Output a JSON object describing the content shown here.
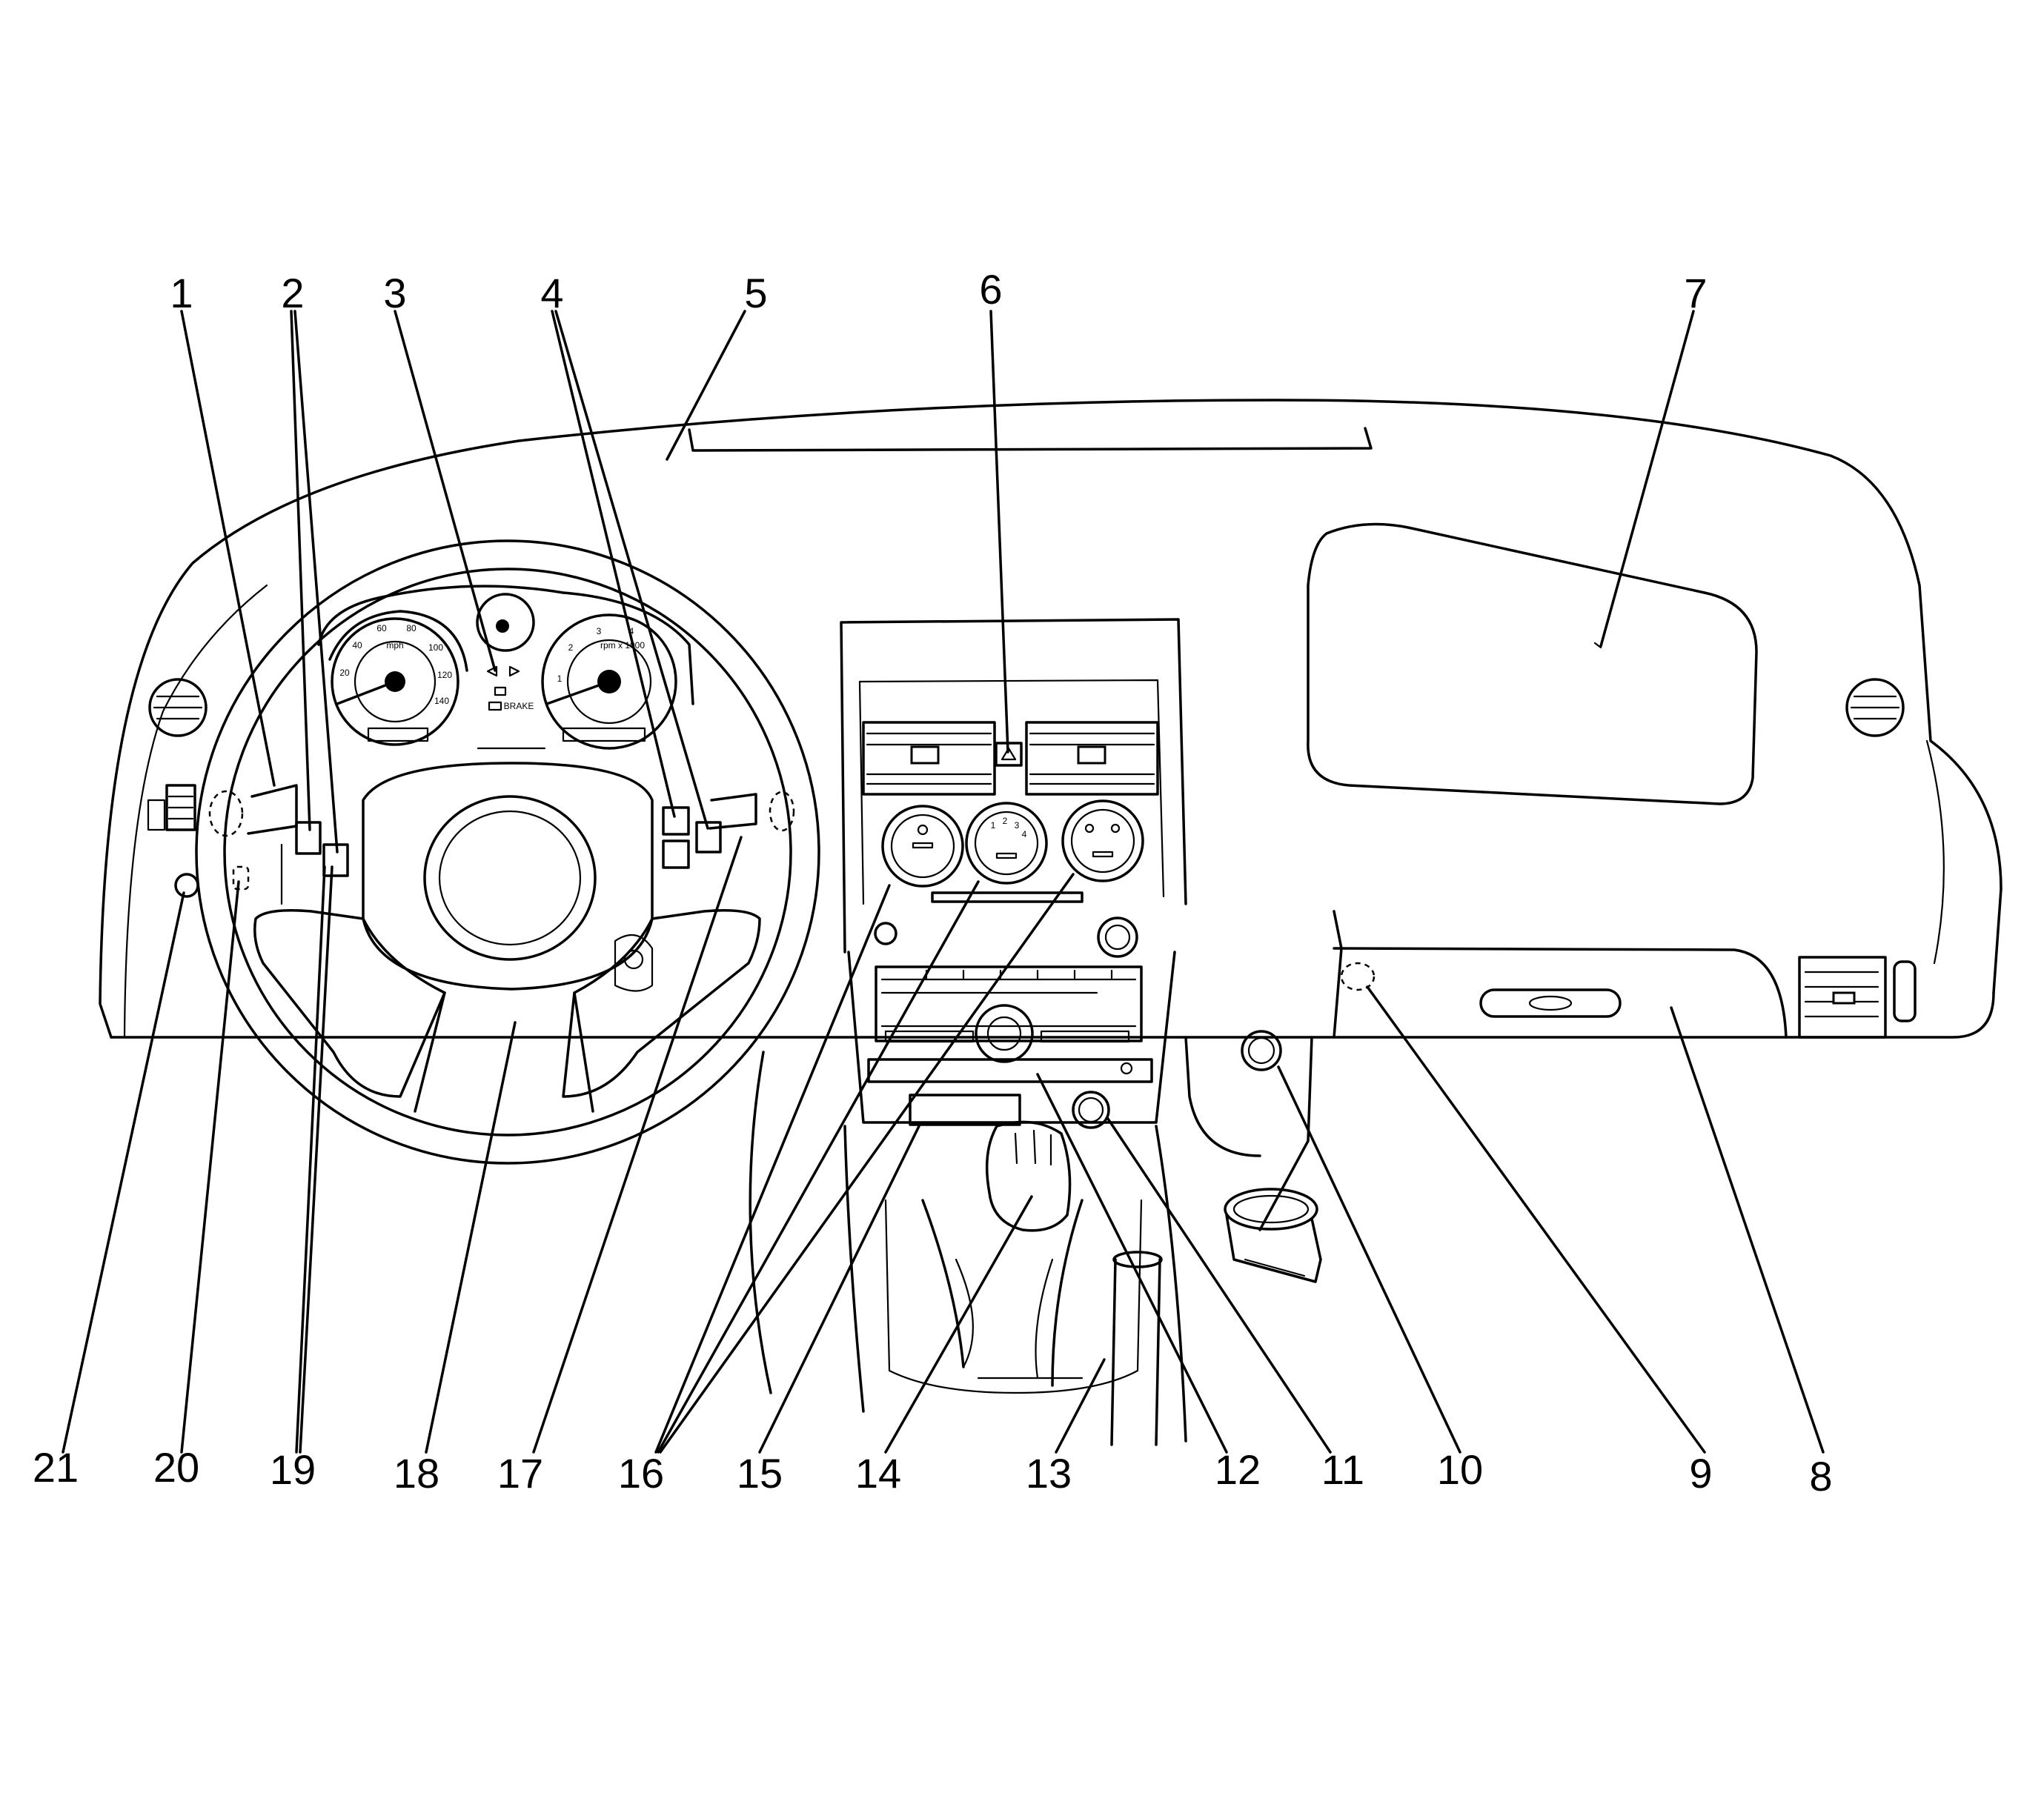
{
  "diagram": {
    "callouts": [
      {
        "id": "c1",
        "label": "1"
      },
      {
        "id": "c2",
        "label": "2"
      },
      {
        "id": "c3",
        "label": "3"
      },
      {
        "id": "c4",
        "label": "4"
      },
      {
        "id": "c5",
        "label": "5"
      },
      {
        "id": "c6",
        "label": "6"
      },
      {
        "id": "c7",
        "label": "7"
      },
      {
        "id": "c8",
        "label": "8"
      },
      {
        "id": "c9",
        "label": "9"
      },
      {
        "id": "c10",
        "label": "10"
      },
      {
        "id": "c11",
        "label": "11"
      },
      {
        "id": "c12",
        "label": "12"
      },
      {
        "id": "c13",
        "label": "13"
      },
      {
        "id": "c14",
        "label": "14"
      },
      {
        "id": "c15",
        "label": "15"
      },
      {
        "id": "c16",
        "label": "16"
      },
      {
        "id": "c17",
        "label": "17"
      },
      {
        "id": "c18",
        "label": "18"
      },
      {
        "id": "c19",
        "label": "19"
      },
      {
        "id": "c20",
        "label": "20"
      },
      {
        "id": "c21",
        "label": "21"
      }
    ],
    "gauge_text": {
      "speed_unit": "mph",
      "speed_ticks": [
        "20",
        "40",
        "60",
        "80",
        "100",
        "120",
        "140"
      ],
      "tach_unit": "rpm x 1000",
      "tach_ticks": [
        "1",
        "2",
        "3",
        "4"
      ],
      "brake_label": "BRAKE",
      "fan_ticks": [
        "1",
        "2",
        "3",
        "4"
      ]
    }
  }
}
